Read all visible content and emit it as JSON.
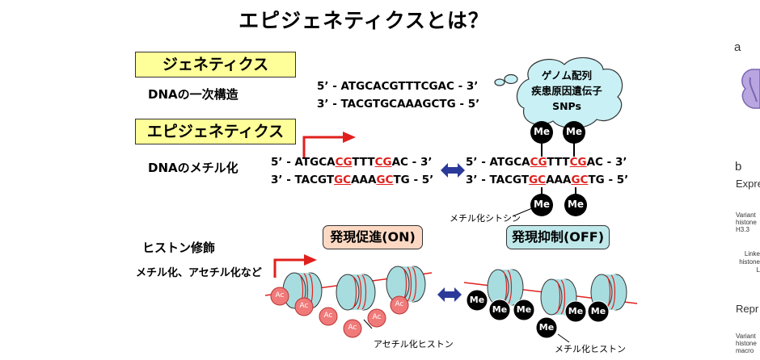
{
  "title": "エピジェネティクスとは？",
  "genetics": {
    "box_label": "ジェネティクス",
    "row_label": "DNAの一次構造",
    "seq_top": "5’ - ATGCACGTTTCGAC - 3’",
    "seq_bottom": "3’ - TACGTGCAAAGCTG - 5’",
    "cloud_lines": [
      "ゲノム配列",
      "疾患原因遺伝子",
      "SNPs"
    ]
  },
  "epigenetics": {
    "box_label": "エピジェネティクス",
    "row_label": "DNAのメチル化",
    "left_top": [
      "5’ - ATGCA",
      "CG",
      "TTT",
      "CG",
      "AC - 3’"
    ],
    "left_bottom": [
      "3’ - TACGT",
      "GC",
      "AAA",
      "GC",
      "TG - 5’"
    ],
    "right_top": [
      "5’ - ATGCA",
      "CG",
      "TTT",
      "CG",
      "AC - 3’"
    ],
    "right_bottom": [
      "3’ - TACGT",
      "GC",
      "AAA",
      "GC",
      "TG - 5’"
    ],
    "me_label": "Me",
    "methylcytosine_label": "メチル化シトシン"
  },
  "histone": {
    "row_label": "ヒストン修飾",
    "row_sublabel": "メチル化、アセチル化など",
    "on_label": "発現促進(ON)",
    "off_label": "発現抑制(OFF)",
    "ac_label": "Ac",
    "me_label": "Me",
    "acetyl_label": "アセチル化ヒストン",
    "methyl_label": "メチル化ヒストン"
  },
  "side_panel": {
    "a_label": "a",
    "b_label": "b",
    "expr": "Expre",
    "variant1": [
      "Variant",
      "histone",
      "H3.3"
    ],
    "linker": [
      "Linke",
      "histone",
      "L"
    ],
    "repr": "Repr",
    "variant2": [
      "Variant",
      "histone",
      "macro"
    ]
  },
  "colors": {
    "yellow_box": "#ffff99",
    "on_box": "#fdd9c4",
    "off_box": "#bfe8ea",
    "histone": "#a8dde0",
    "acetyl": "#f07a7a",
    "red": "#e0201c",
    "arrow_blue": "#2b3a9a"
  }
}
